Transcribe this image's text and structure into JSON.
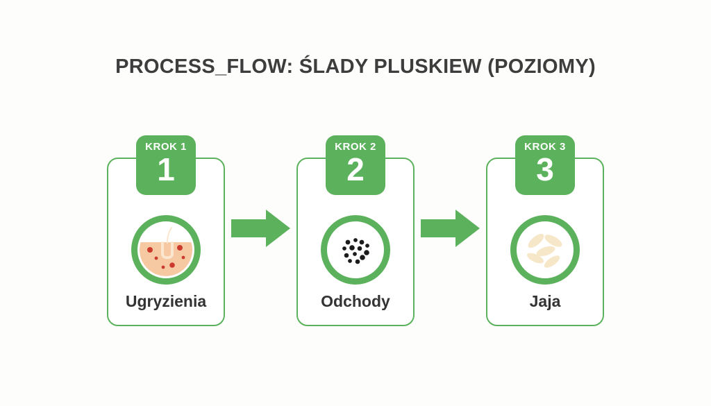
{
  "title": "PROCESS_FLOW: ŚLADY PLUSKIEW (POZIOMY)",
  "colors": {
    "page_bg": "#fdfdfc",
    "card_bg": "#ffffff",
    "green": "#5cb25c",
    "title_color": "#3d3d3d",
    "label_color": "#333333",
    "skin": "#f6c9a3",
    "follicle": "#fbe6cf",
    "bite_dot": "#cb3a2c",
    "dropping_dot": "#1c1c1c",
    "egg": "#f7e7c9"
  },
  "steps": [
    {
      "badge_label": "KROK 1",
      "number": "1",
      "caption": "Ugryzienia",
      "icon": "bite-icon"
    },
    {
      "badge_label": "KROK 2",
      "number": "2",
      "caption": "Odchody",
      "icon": "droppings-icon"
    },
    {
      "badge_label": "KROK 3",
      "number": "3",
      "caption": "Jaja",
      "icon": "eggs-icon"
    }
  ],
  "arrows": {
    "icon": "arrow-right-icon"
  }
}
